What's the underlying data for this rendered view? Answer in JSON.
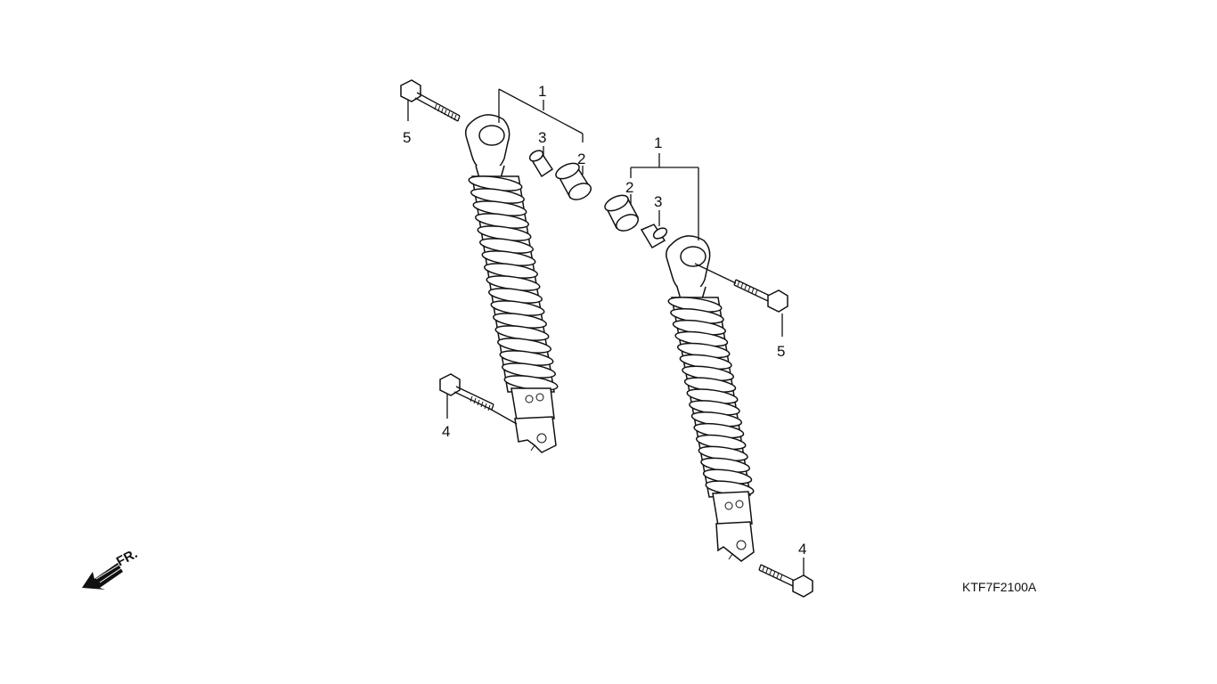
{
  "callouts": {
    "left_1": "1",
    "left_2": "2",
    "left_3": "3",
    "left_4": "4",
    "left_5": "5",
    "right_1": "1",
    "right_2": "2",
    "right_3": "3",
    "right_4": "4",
    "right_5": "5"
  },
  "front_indicator": {
    "label": "FR.",
    "icon": "arrow-down-left-icon"
  },
  "diagram_code": "KTF7F2100A",
  "colors": {
    "line": "#111111",
    "background": "#ffffff"
  }
}
